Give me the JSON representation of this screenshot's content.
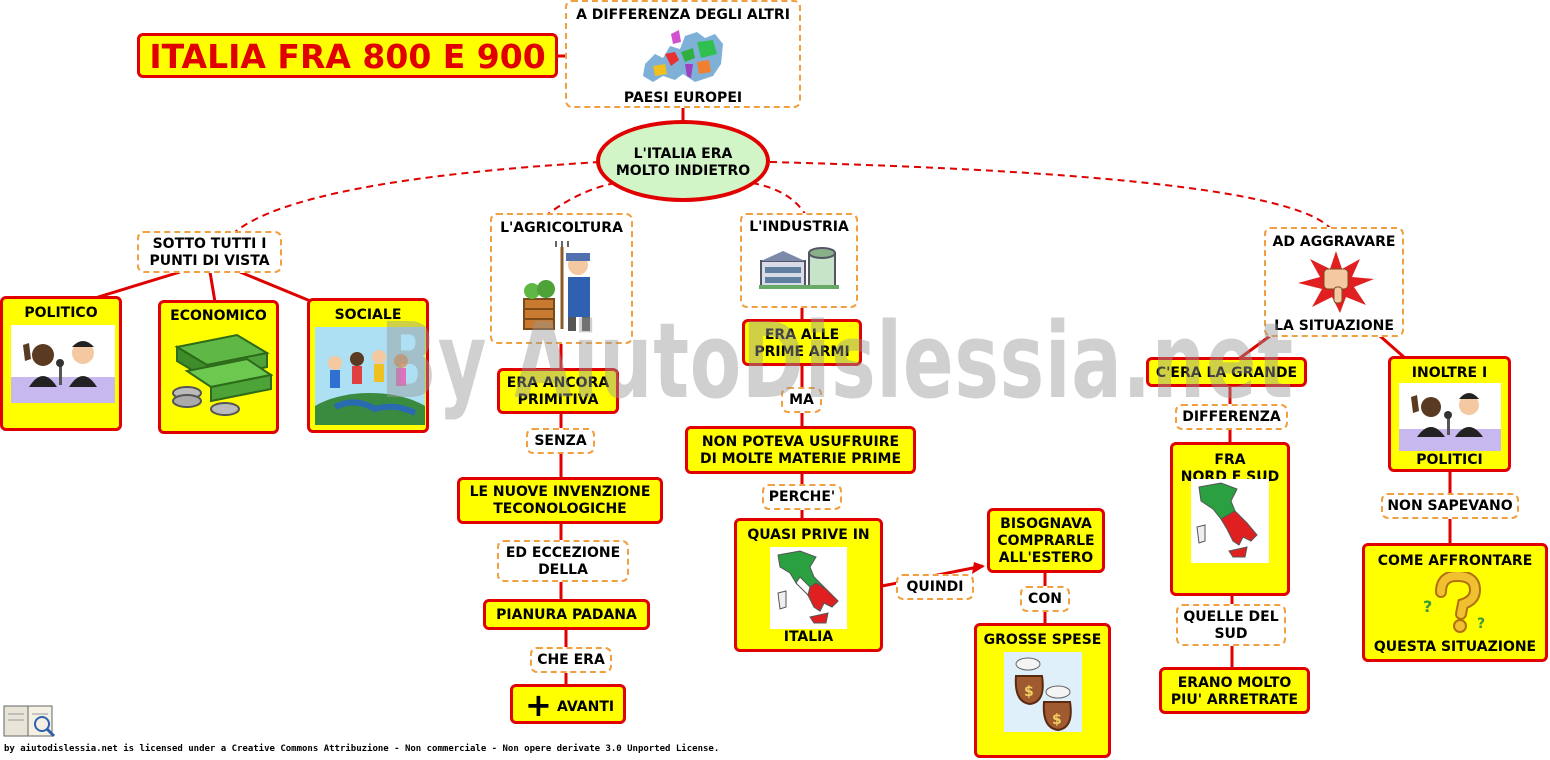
{
  "title": "ITALIA FRA 800 E 900",
  "watermark": "By AiutoDislessia.net",
  "footer": "by aiutodislessia.net is licensed under a Creative Commons Attribuzione - Non commerciale - Non opere derivate 3.0 Unported License.",
  "colors": {
    "yellow": "#ffff00",
    "red": "#e00000",
    "dashed_orange": "#f0a040",
    "center_fill": "#d2f5c8"
  },
  "nodes": {
    "top_a": "A DIFFERENZA DEGLI ALTRI",
    "top_b": "PAESI EUROPEI",
    "center_a": "L'ITALIA ERA",
    "center_b": "MOLTO INDIETRO",
    "sotto_a": "SOTTO TUTTI I",
    "sotto_b": "PUNTI DI VISTA",
    "politico": "POLITICO",
    "economico": "ECONOMICO",
    "sociale": "SOCIALE",
    "agricoltura": "L'AGRICOLTURA",
    "era_ancora_a": "ERA ANCORA",
    "era_ancora_b": "PRIMITIVA",
    "senza": "SENZA",
    "nuove_a": "LE NUOVE INVENZIONE",
    "nuove_b": "TECONOLOGICHE",
    "eccezione_a": "ED ECCEZIONE",
    "eccezione_b": "DELLA",
    "pianura": "PIANURA PADANA",
    "che_era": "CHE ERA",
    "plus": "+",
    "avanti": "AVANTI",
    "industria": "L'INDUSTRIA",
    "prime_armi_a": "ERA ALLE",
    "prime_armi_b": "PRIME ARMI",
    "ma": "MA",
    "non_poteva_a": "NON POTEVA USUFRUIRE",
    "non_poteva_b": "DI MOLTE MATERIE PRIME",
    "perche": "PERCHE'",
    "quasi_prive": "QUASI PRIVE IN",
    "italia": "ITALIA",
    "quindi": "QUINDI",
    "bisognava_a": "BISOGNAVA",
    "bisognava_b": "COMPRARLE",
    "bisognava_c": "ALL'ESTERO",
    "con": "CON",
    "grosse_spese": "GROSSE SPESE",
    "aggravare_a": "AD AGGRAVARE",
    "aggravare_b": "LA SITUAZIONE",
    "grande": "C'ERA LA GRANDE",
    "differenza": "DIFFERENZA",
    "fra_a": "FRA",
    "fra_b": "NORD E SUD",
    "quelle_a": "QUELLE DEL",
    "quelle_b": "SUD",
    "arretrate_a": "ERANO MOLTO",
    "arretrate_b": "PIU' ARRETRATE",
    "inoltre": "INOLTRE I",
    "politici": "POLITICI",
    "non_sapevano": "NON SAPEVANO",
    "affrontare": "COME AFFRONTARE",
    "questa": "QUESTA SITUAZIONE"
  },
  "icons": [
    "europe-map-icon",
    "politicians-icon",
    "money-stack-icon",
    "children-globe-icon",
    "farmer-icon",
    "factory-icon",
    "italy-map-icon",
    "money-bags-icon",
    "thumbs-down-icon",
    "question-mark-icon",
    "book-logo-icon"
  ]
}
